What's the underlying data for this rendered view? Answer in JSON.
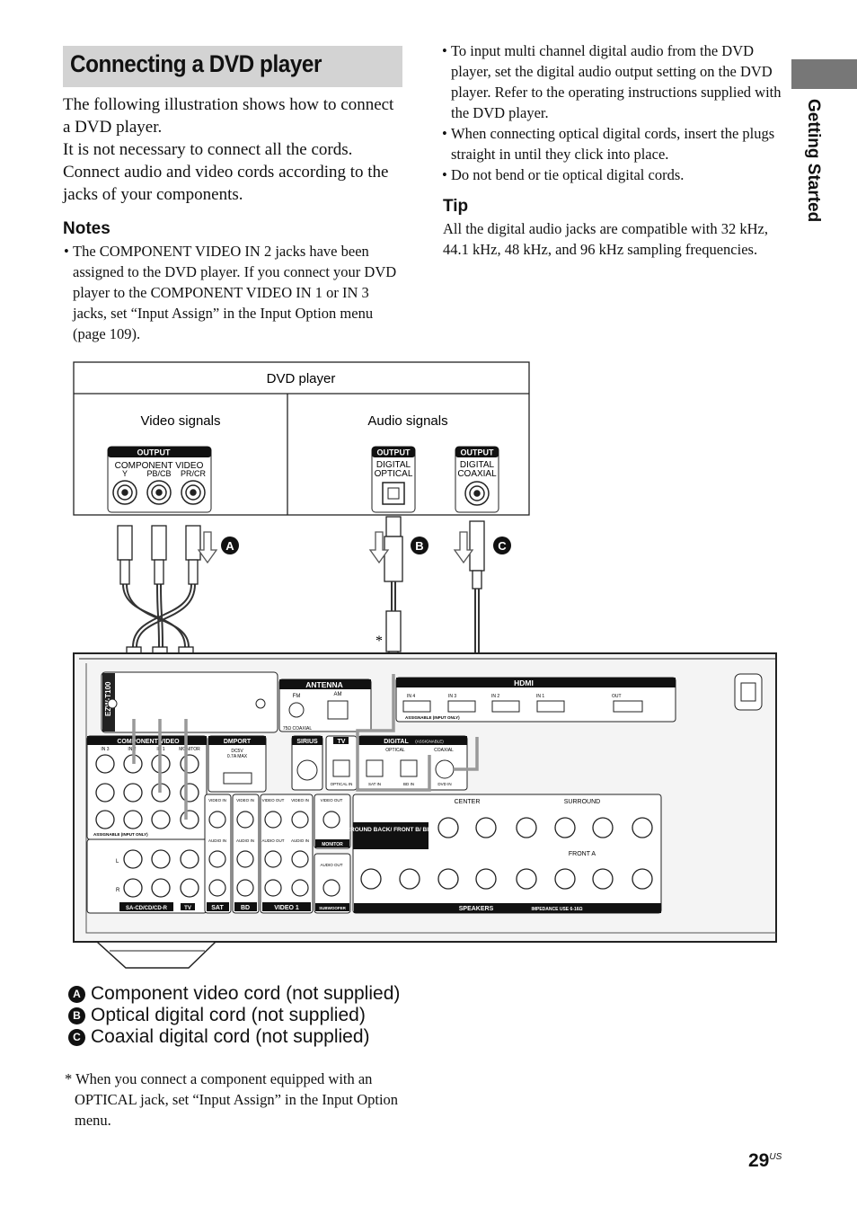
{
  "header": {
    "title": "Connecting a DVD player"
  },
  "intro": {
    "lines": [
      "The following illustration shows how to connect a DVD player.",
      "It is not necessary to connect all the cords.",
      "Connect audio and video cords according to the jacks of your components."
    ]
  },
  "notes": {
    "heading": "Notes",
    "items": [
      "The COMPONENT VIDEO IN 2 jacks have been assigned to the DVD player. If you connect your DVD player to the COMPONENT VIDEO IN 1 or IN 3 jacks, set “Input Assign” in the Input Option menu (page 109).",
      "To input multi channel digital audio from the DVD player, set the digital audio output setting on the DVD player. Refer to the operating instructions supplied with the DVD player.",
      "When connecting optical digital cords, insert the plugs straight in until they click into place.",
      "Do not bend or tie optical digital cords."
    ]
  },
  "tip": {
    "heading": "Tip",
    "body": "All the digital audio jacks are compatible with 32 kHz, 44.1 kHz, 48 kHz, and 96 kHz sampling frequencies."
  },
  "side_tab": {
    "label": "Getting Started"
  },
  "diagram": {
    "dvd_player_label": "DVD player",
    "video_signals": "Video signals",
    "audio_signals": "Audio signals",
    "output": "OUTPUT",
    "component_video": "COMPONENT VIDEO",
    "y": "Y",
    "pb": "PB/CB",
    "pr": "PR/CR",
    "digital": "DIGITAL",
    "optical": "OPTICAL",
    "coaxial": "COAXIAL",
    "marker_a": "A",
    "marker_b": "B",
    "marker_c": "C",
    "asterisk": "*",
    "receiver": {
      "antenna": "ANTENNA",
      "fm": "FM",
      "am": "AM",
      "fm_coaxial": "75Ω COAXIAL",
      "hdmi": "HDMI",
      "hdmi_in4": "IN 4",
      "hdmi_in3": "IN 3",
      "hdmi_in2": "IN 2",
      "hdmi_in1": "IN 1",
      "hdmi_out": "OUT",
      "assignable": "ASSIGNABLE (INPUT ONLY)",
      "ezw": "EZW-T100",
      "component_video": "COMPONENT VIDEO",
      "in3": "IN 3",
      "in2": "IN 2",
      "in1": "IN 1",
      "monitor": "MONITOR",
      "out": "OUT",
      "dmport": "DMPORT",
      "dc": "DC5V",
      "dc_max": "0.7A MAX",
      "sirius": "SIRIUS",
      "tv": "TV",
      "digital_assignable": "DIGITAL",
      "assignable_small": "(ASSIGNABLE)",
      "optical": "OPTICAL",
      "coaxial": "COAXIAL",
      "optical_in": "OPTICAL IN",
      "sat_in": "SAT IN",
      "bd_in": "BD IN",
      "dvd_in": "DVD IN",
      "center": "CENTER",
      "surround": "SURROUND",
      "front_a": "FRONT A",
      "surround_back": "SURROUND BACK/ FRONT B/ BI-AMP",
      "speakers": "SPEAKERS",
      "impedance": "IMPEDANCE USE 6-16Ω",
      "sacd": "SA-CD/CD/CD-R",
      "sat": "SAT",
      "bd": "BD",
      "video1": "VIDEO 1",
      "subwoofer": "SUBWOOFER",
      "monitor_label": "MONITOR",
      "video_in": "VIDEO IN",
      "video_out": "VIDEO OUT",
      "audio_in": "AUDIO IN",
      "audio_out": "AUDIO OUT",
      "l": "L",
      "r": "R"
    }
  },
  "legend": {
    "items": [
      {
        "marker": "A",
        "text": "Component video cord (not supplied)"
      },
      {
        "marker": "B",
        "text": "Optical digital cord (not supplied)"
      },
      {
        "marker": "C",
        "text": "Coaxial digital cord (not supplied)"
      }
    ]
  },
  "footnote": {
    "marker": "*",
    "line1": "When you connect a component equipped with an",
    "rest": "OPTICAL jack, set “Input Assign” in the Input Option menu."
  },
  "page": {
    "number": "29",
    "suffix": "US"
  }
}
